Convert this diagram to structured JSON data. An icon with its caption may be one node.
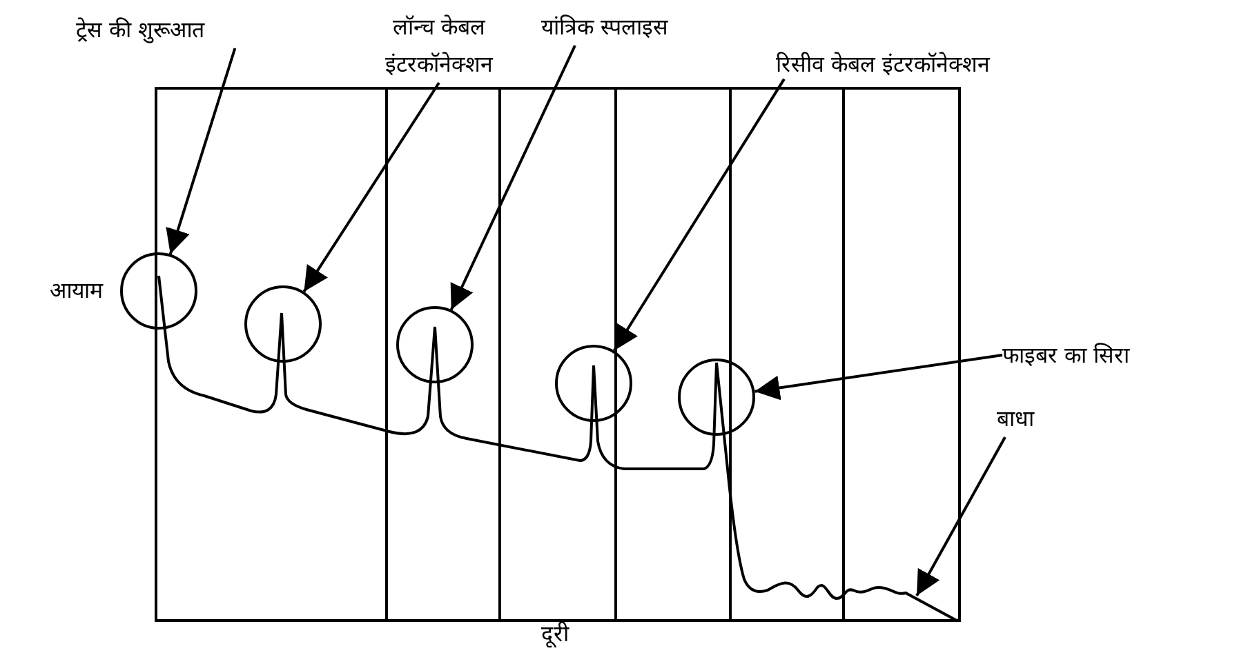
{
  "diagram": {
    "nodes": [
      {
        "text": [
          "ट्रेस की शुरूआत"
        ]
      },
      {
        "text": [
          "लॉन्च केबल इंटरकॉनेक्शन"
        ]
      },
      {
        "text": [
          "यांत्रिक स्पलाइस"
        ]
      },
      {
        "text": [
          "रिसीव केबल इंटरकॉनेक्शन"
        ]
      },
      {
        "text": [
          "फाइबर का सिरा"
        ]
      },
      {
        "text": [
          "बाधा"
        ]
      },
      {
        "text": [],
        "shape": "circle"
      },
      {
        "text": [],
        "shape": "circle"
      },
      {
        "text": [],
        "shape": "circle"
      },
      {
        "text": [],
        "shape": "circle"
      },
      {
        "text": [],
        "shape": "circle"
      }
    ],
    "edges": [
      {
        "from": 0,
        "to": 6,
        "arrow": "to"
      },
      {
        "from": 1,
        "to": 7,
        "arrow": "to"
      },
      {
        "from": 2,
        "to": 8,
        "arrow": "to"
      },
      {
        "from": 3,
        "to": 9,
        "arrow": "to"
      },
      {
        "from": 4,
        "to": 10,
        "arrow": "to"
      },
      {
        "from": 5,
        "to": null,
        "arrow": "to"
      }
    ],
    "labels": [
      "आयाम",
      "दूरी"
    ]
  }
}
